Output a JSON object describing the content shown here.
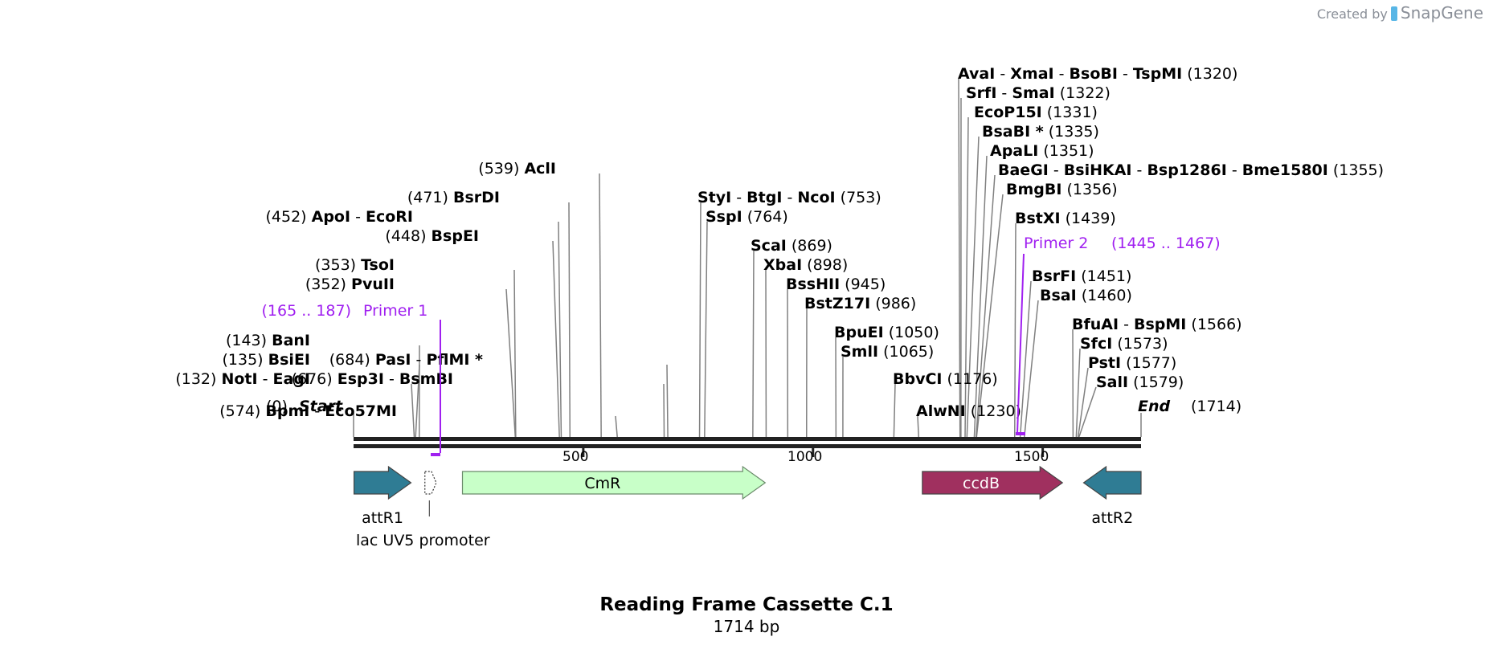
{
  "brand": {
    "prefix": "Created by",
    "name": "SnapGene"
  },
  "title": "Reading Frame Cassette C.1",
  "subtitle": "1714 bp",
  "sequence_length": 1714,
  "colors": {
    "attR": "#2f7c94",
    "CmR": "#c8ffc8",
    "ccdB": "#a0305f",
    "primer": "#a020f0",
    "line": "#808080",
    "backbone": "#222222"
  },
  "start": {
    "pos": "(0)",
    "name": "Start"
  },
  "end": {
    "pos": "(1714)",
    "name": "End"
  },
  "ticks": [
    {
      "label": "500",
      "value": 500
    },
    {
      "label": "1000",
      "value": 1000
    },
    {
      "label": "1500",
      "value": 1500
    }
  ],
  "sites": [
    {
      "pos": "(132)",
      "names": [
        "NotI",
        "EagI"
      ],
      "bp": 132
    },
    {
      "pos": "(135)",
      "names": [
        "BsiEI"
      ],
      "bp": 135
    },
    {
      "pos": "(143)",
      "names": [
        "BanI"
      ],
      "bp": 143
    },
    {
      "pos": "(352)",
      "names": [
        "PvuII"
      ],
      "bp": 352
    },
    {
      "pos": "(353)",
      "names": [
        "TsoI"
      ],
      "bp": 353
    },
    {
      "pos": "(448)",
      "names": [
        "BspEI"
      ],
      "bp": 448
    },
    {
      "pos": "(452)",
      "names": [
        "ApoI",
        "EcoRI"
      ],
      "bp": 452
    },
    {
      "pos": "(471)",
      "names": [
        "BsrDI"
      ],
      "bp": 471
    },
    {
      "pos": "(539)",
      "names": [
        "AclI"
      ],
      "bp": 539
    },
    {
      "pos": "(574)",
      "names": [
        "BpmI",
        "Eco57MI"
      ],
      "bp": 574
    },
    {
      "pos": "(676)",
      "names": [
        "Esp3I",
        "BsmBI"
      ],
      "bp": 676
    },
    {
      "pos": "(684)",
      "names": [
        "PasI",
        "PflMI *"
      ],
      "bp": 684
    },
    {
      "pos": "(753)",
      "names": [
        "StyI",
        "BtgI",
        "NcoI"
      ],
      "bp": 753
    },
    {
      "pos": "(764)",
      "names": [
        "SspI"
      ],
      "bp": 764
    },
    {
      "pos": "(869)",
      "names": [
        "ScaI"
      ],
      "bp": 869
    },
    {
      "pos": "(898)",
      "names": [
        "XbaI"
      ],
      "bp": 898
    },
    {
      "pos": "(945)",
      "names": [
        "BssHII"
      ],
      "bp": 945
    },
    {
      "pos": "(986)",
      "names": [
        "BstZ17I"
      ],
      "bp": 986
    },
    {
      "pos": "(1050)",
      "names": [
        "BpuEI"
      ],
      "bp": 1050
    },
    {
      "pos": "(1065)",
      "names": [
        "SmlI"
      ],
      "bp": 1065
    },
    {
      "pos": "(1176)",
      "names": [
        "BbvCI"
      ],
      "bp": 1176
    },
    {
      "pos": "(1230)",
      "names": [
        "AlwNI"
      ],
      "bp": 1230
    },
    {
      "pos": "(1320)",
      "names": [
        "AvaI",
        "XmaI",
        "BsoBI",
        "TspMI"
      ],
      "bp": 1320
    },
    {
      "pos": "(1322)",
      "names": [
        "SrfI",
        "SmaI"
      ],
      "bp": 1322
    },
    {
      "pos": "(1331)",
      "names": [
        "EcoP15I"
      ],
      "bp": 1331
    },
    {
      "pos": "(1335)",
      "names": [
        "BsaBI *"
      ],
      "bp": 1335
    },
    {
      "pos": "(1351)",
      "names": [
        "ApaLI"
      ],
      "bp": 1351
    },
    {
      "pos": "(1355)",
      "names": [
        "BaeGI",
        "BsiHKAI",
        "Bsp1286I",
        "Bme1580I"
      ],
      "bp": 1355
    },
    {
      "pos": "(1356)",
      "names": [
        "BmgBI"
      ],
      "bp": 1356
    },
    {
      "pos": "(1439)",
      "names": [
        "BstXI"
      ],
      "bp": 1439
    },
    {
      "pos": "(1451)",
      "names": [
        "BsrFI"
      ],
      "bp": 1451
    },
    {
      "pos": "(1460)",
      "names": [
        "BsaI"
      ],
      "bp": 1460
    },
    {
      "pos": "(1566)",
      "names": [
        "BfuAI",
        "BspMI"
      ],
      "bp": 1566
    },
    {
      "pos": "(1573)",
      "names": [
        "SfcI"
      ],
      "bp": 1573
    },
    {
      "pos": "(1577)",
      "names": [
        "PstI"
      ],
      "bp": 1577
    },
    {
      "pos": "(1579)",
      "names": [
        "SalI"
      ],
      "bp": 1579
    }
  ],
  "primers": [
    {
      "name": "Primer 1",
      "range": "(165 .. 187)",
      "start": 165,
      "end": 187
    },
    {
      "name": "Primer 2",
      "range": "(1445 .. 1467)",
      "start": 1445,
      "end": 1467
    }
  ],
  "features": [
    {
      "name": "attR1",
      "start": 1,
      "end": 125,
      "direction": "forward",
      "color": "#2f7c94"
    },
    {
      "name": "lac UV5 promoter",
      "start": 150,
      "end": 180,
      "direction": "forward",
      "color": "#ffffff"
    },
    {
      "name": "CmR",
      "start": 237,
      "end": 896,
      "direction": "forward",
      "color": "#c8ffc8"
    },
    {
      "name": "ccdB",
      "start": 1238,
      "end": 1543,
      "direction": "forward",
      "color": "#a0305f"
    },
    {
      "name": "attR2",
      "start": 1589,
      "end": 1714,
      "direction": "reverse",
      "color": "#2f7c94"
    }
  ]
}
